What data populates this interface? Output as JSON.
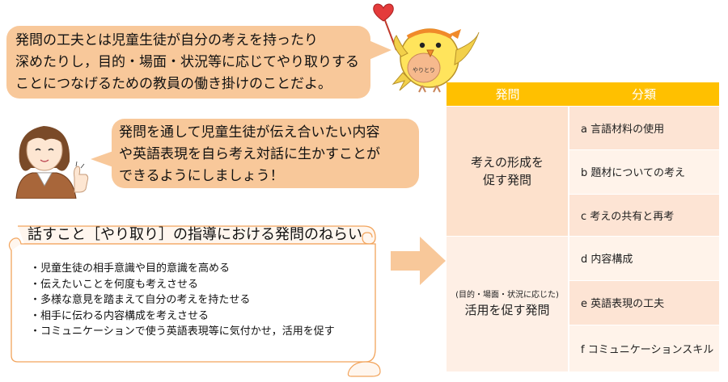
{
  "bird": {
    "label": "やりとり",
    "colors": {
      "body": "#ffe45c",
      "wing": "#f2d04a",
      "belly": "#f6b98d",
      "heart": "#e43b3b",
      "headband": "#f08a2a"
    }
  },
  "speech_bird": {
    "lines": [
      "発問の工夫とは児童生徒が自分の考えを持ったり",
      "深めたりし，目的・場面・状況等に応じてやり取りする",
      "ことにつなげるための教員の働き掛けのことだよ。"
    ]
  },
  "speech_teacher": {
    "lines": [
      "発問を通して児童生徒が伝え合いたい内容",
      "や英語表現を自ら考え対話に生かすことが",
      "できるようにしましょう！"
    ]
  },
  "aims": {
    "heading": "話すこと［やり取り］の指導における発問のねらい",
    "items": [
      "・児童生徒の相手意識や目的意識を高める",
      "・伝えたいことを何度も考えさせる",
      "・多様な意見を踏まえて自分の考えを持たせる",
      "・相手に伝わる内容構成を考えさせる",
      "・コミュニケーションで使う英語表現等に気付かせ，活用を促す"
    ]
  },
  "table": {
    "headers": [
      "発問",
      "分類"
    ],
    "group1": {
      "category_lines": [
        "考えの形成を",
        "促す発問"
      ],
      "items": [
        "a 言語材料の使用",
        "b 題材についての考え",
        "c 考えの共有と再考"
      ]
    },
    "group2": {
      "category_note": "(目的・場面・状況に応じた)",
      "category_main": "活用を促す発問",
      "items": [
        "d 内容構成",
        "e 英語表現の工夫",
        "f コミュニケーションスキル"
      ]
    }
  },
  "colors": {
    "bubble": "#f8c89a",
    "table_header": "#ffc000",
    "arrow": "#f8c89a",
    "scroll_border": "#f2a45c"
  }
}
